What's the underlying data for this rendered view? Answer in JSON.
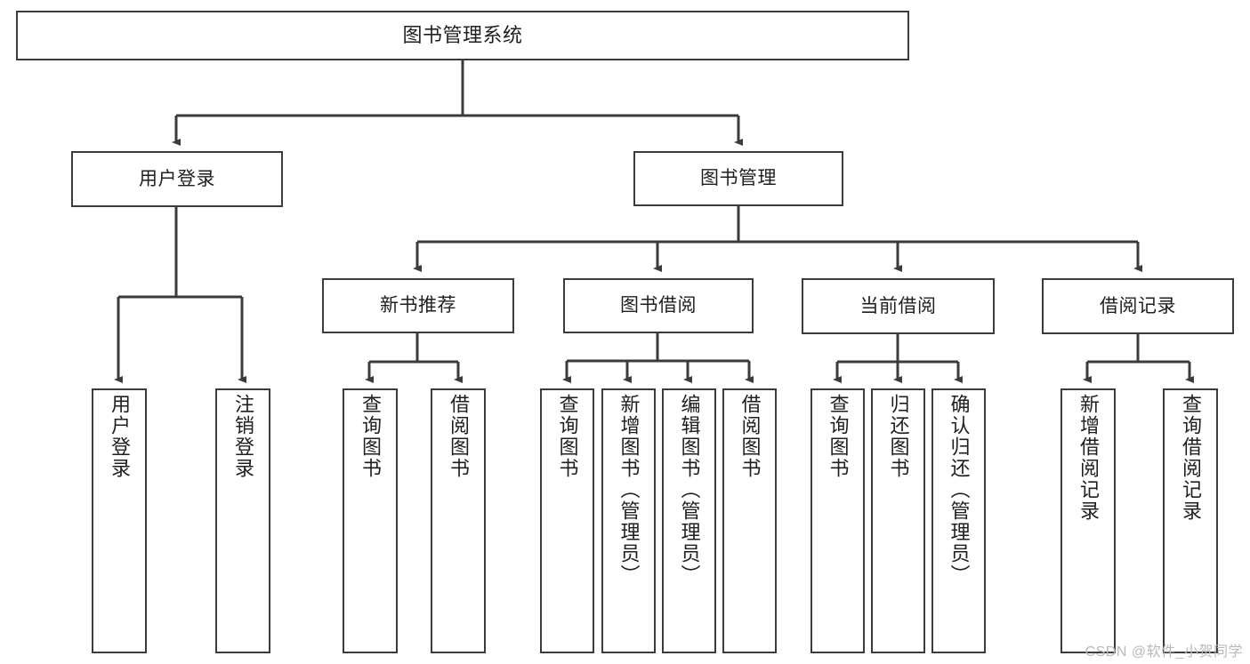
{
  "diagram": {
    "title": "图书管理系统",
    "type": "tree",
    "watermark": "CSDN @软件_小贺同学",
    "stroke_color": "#3b3b3b",
    "fill_color": "#ffffff",
    "text_color": "#1f1f1f"
  },
  "nodes": {
    "root": {
      "label": "图书管理系统",
      "level": 0
    },
    "l1": [
      {
        "id": "user-login",
        "label": "用户登录",
        "level": 1
      },
      {
        "id": "book-manage",
        "label": "图书管理",
        "level": 1
      }
    ],
    "l2": [
      {
        "id": "new-book-rec",
        "label": "新书推荐",
        "level": 2,
        "parent": "book-manage"
      },
      {
        "id": "book-borrow",
        "label": "图书借阅",
        "level": 2,
        "parent": "book-manage"
      },
      {
        "id": "current-borrow",
        "label": "当前借阅",
        "level": 2,
        "parent": "book-manage"
      },
      {
        "id": "borrow-record",
        "label": "借阅记录",
        "level": 2,
        "parent": "book-manage"
      }
    ],
    "leaves": [
      {
        "id": "leaf-user-login",
        "label": "用户登录",
        "parent": "user-login"
      },
      {
        "id": "leaf-user-logout",
        "label": "注销登录",
        "parent": "user-login"
      },
      {
        "id": "leaf-query-book-1",
        "label": "查询图书",
        "parent": "new-book-rec"
      },
      {
        "id": "leaf-borrow-book-1",
        "label": "借阅图书",
        "parent": "new-book-rec"
      },
      {
        "id": "leaf-query-book-2",
        "label": "查询图书",
        "parent": "book-borrow"
      },
      {
        "id": "leaf-add-book",
        "label": "新增图书（管理员）",
        "parent": "book-borrow"
      },
      {
        "id": "leaf-edit-book",
        "label": "编辑图书（管理员）",
        "parent": "book-borrow"
      },
      {
        "id": "leaf-borrow-book-2",
        "label": "借阅图书",
        "parent": "book-borrow"
      },
      {
        "id": "leaf-query-book-3",
        "label": "查询图书",
        "parent": "current-borrow"
      },
      {
        "id": "leaf-return-book",
        "label": "归还图书",
        "parent": "current-borrow"
      },
      {
        "id": "leaf-confirm-return",
        "label": "确认归还（管理员）",
        "parent": "current-borrow"
      },
      {
        "id": "leaf-add-record",
        "label": "新增借阅记录",
        "parent": "borrow-record"
      },
      {
        "id": "leaf-query-record",
        "label": "查询借阅记录",
        "parent": "borrow-record"
      }
    ]
  }
}
